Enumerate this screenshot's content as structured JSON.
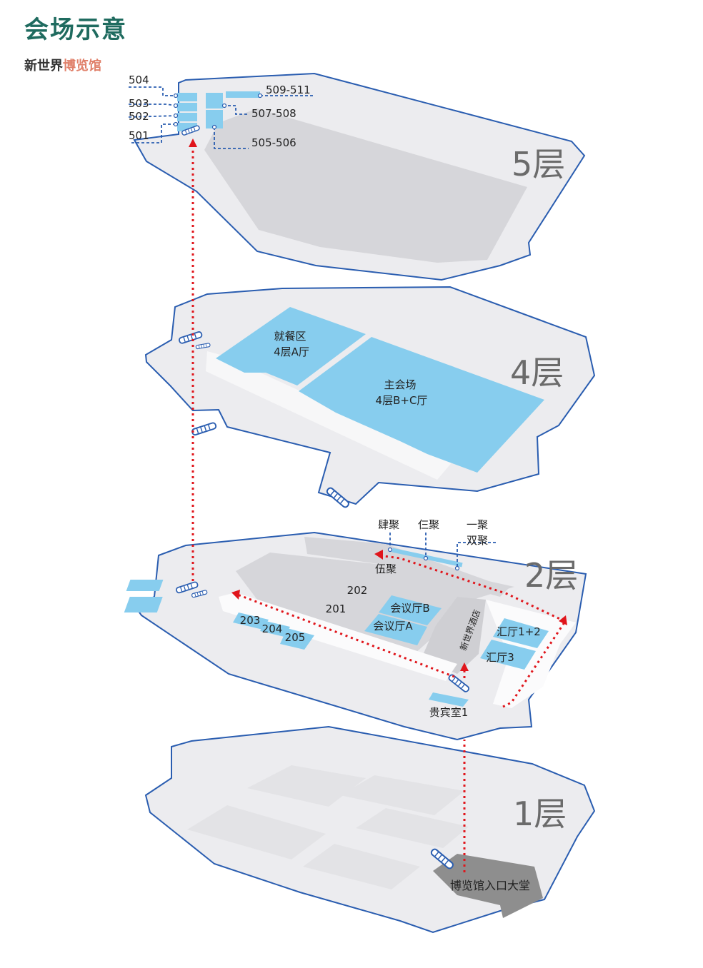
{
  "header": {
    "title": "会场示意",
    "subtitle_prefix": "新世界",
    "subtitle_highlight": "博览馆"
  },
  "colors": {
    "title": "#1f6b5f",
    "highlight": "#e0806a",
    "outline": "#2a5db0",
    "floor_fill": "#ececef",
    "area_gray": "#d6d6da",
    "hall_blue": "#87cdee",
    "path_red": "#e0151b",
    "lobby_dark": "#8e8e8e"
  },
  "floors": {
    "f5": {
      "label": "5层",
      "rooms": [
        "504",
        "503",
        "502",
        "501",
        "509-511",
        "507-508",
        "505-506"
      ]
    },
    "f4": {
      "label": "4层",
      "dining": {
        "line1": "就餐区",
        "line2": "4层A厅"
      },
      "main": {
        "line1": "主会场",
        "line2": "4层B+C厅"
      }
    },
    "f2": {
      "label": "2层",
      "rooms": [
        "202",
        "201",
        "203",
        "204",
        "205"
      ],
      "hall_b": "会议厅B",
      "hall_a": "会议厅A",
      "callouts": [
        "肆聚",
        "仨聚",
        "一聚",
        "双聚",
        "伍聚"
      ],
      "hotel": "新世界酒店",
      "exhibit_12": "汇厅1+2",
      "exhibit_3": "汇厅3",
      "vip": "贵宾室1"
    },
    "f1": {
      "label": "1层",
      "lobby": "博览馆入口大堂"
    }
  },
  "icons": [
    "escalator-icon"
  ]
}
